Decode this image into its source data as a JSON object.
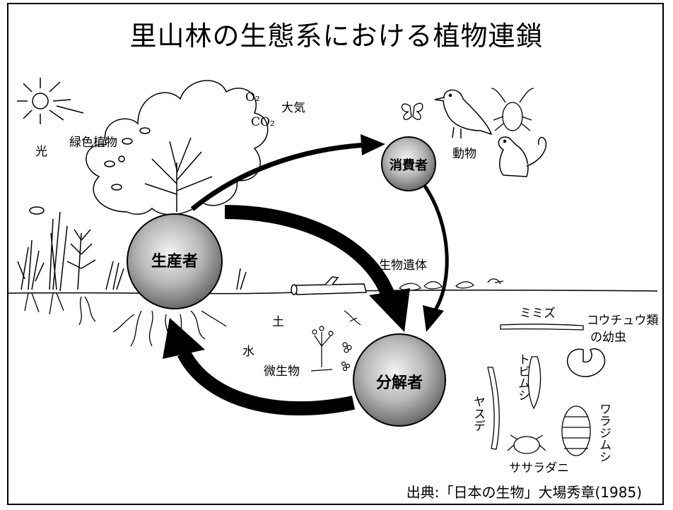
{
  "title": "里山林の生態系における植物連鎖",
  "nodes": {
    "producer": "生産者",
    "consumer": "消費者",
    "decomposer": "分解者"
  },
  "labels": {
    "light": "光",
    "green_plants": "緑色植物",
    "o2": "O₂",
    "co2": "CO₂",
    "atmosphere": "大気",
    "animals": "動物",
    "remains": "生物遺体",
    "soil": "土",
    "water": "水",
    "microbes": "微生物",
    "earthworm": "ミミズ",
    "beetle_larva_1": "コウチュウ類",
    "beetle_larva_2": "の幼虫",
    "springtail": "トビムシ",
    "millipede": "ヤスデ",
    "woodlouse": "ワラジムシ",
    "mite": "ササラダニ"
  },
  "source": "出典:「日本の生物」大場秀章(1985)"
}
